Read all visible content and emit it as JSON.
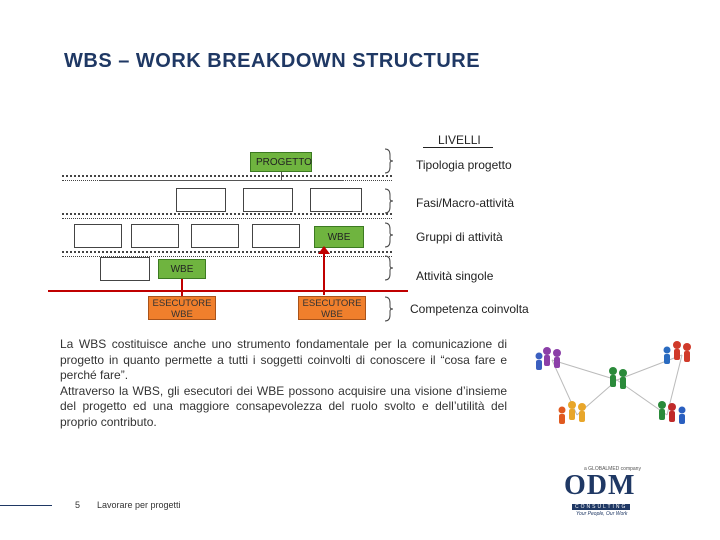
{
  "slide": {
    "title": "WBS – WORK BREAKDOWN STRUCTURE",
    "levels_title": "LIVELLI",
    "levels": [
      "Tipologia progetto",
      "Fasi/Macro-attività",
      "Gruppi di attività",
      "Attività singole",
      "Competenza coinvolta"
    ],
    "diagram": {
      "project_label": "PROGETTO",
      "wbe_label_1": "WBE",
      "wbe_label_2": "WBE",
      "executor_1": [
        "ESECUTORE",
        "WBE"
      ],
      "executor_2": [
        "ESECUTORE",
        "WBE"
      ]
    },
    "paragraph_1": "La WBS costituisce anche uno strumento fondamentale per la comunicazione di progetto in quanto permette a tutti i soggetti coinvolti di conoscere il “cosa fare e perché fare”.",
    "paragraph_2": "Attraverso la WBS, gli esecutori dei WBE possono acquisire una visione d’insieme del progetto ed una maggiore consapevolezza del ruolo svolto e dell’utilità del proprio contributo.",
    "footer": {
      "page_number": "5",
      "text": "Lavorare per progetti"
    },
    "logo": {
      "small_text": "a GLOBALMED company",
      "brand": "ODM",
      "sub": "CONSULTING",
      "tagline": "Your People, Our Work"
    }
  },
  "colors": {
    "title": "#1f3864",
    "green": "#6fb43f",
    "orange": "#f07f2c",
    "red": "#c00000"
  }
}
